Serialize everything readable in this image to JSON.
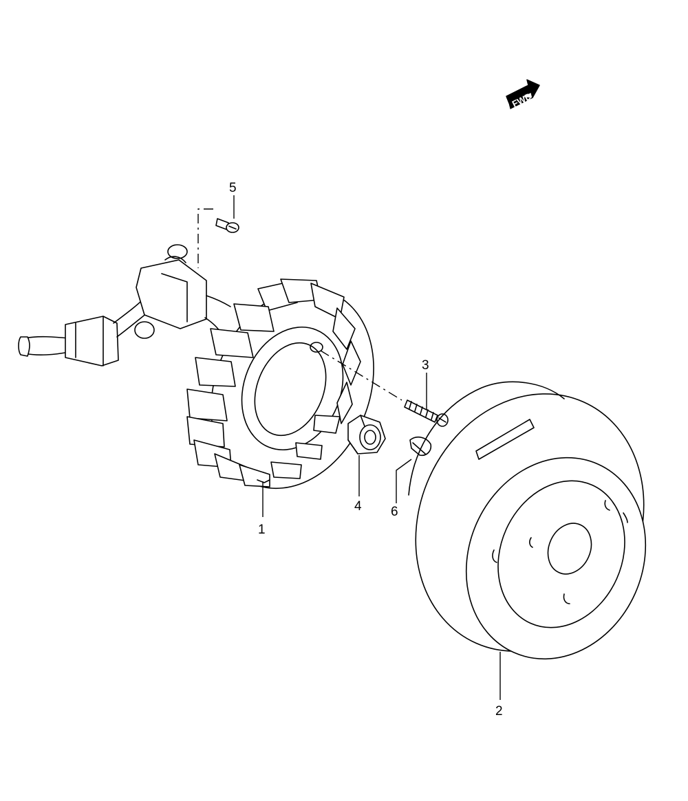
{
  "fwd_badge": {
    "label": "FWD"
  },
  "callouts": [
    {
      "id": "1",
      "label": "1"
    },
    {
      "id": "2",
      "label": "2"
    },
    {
      "id": "3",
      "label": "3"
    },
    {
      "id": "4",
      "label": "4"
    },
    {
      "id": "5",
      "label": "5"
    },
    {
      "id": "6",
      "label": "6"
    }
  ]
}
